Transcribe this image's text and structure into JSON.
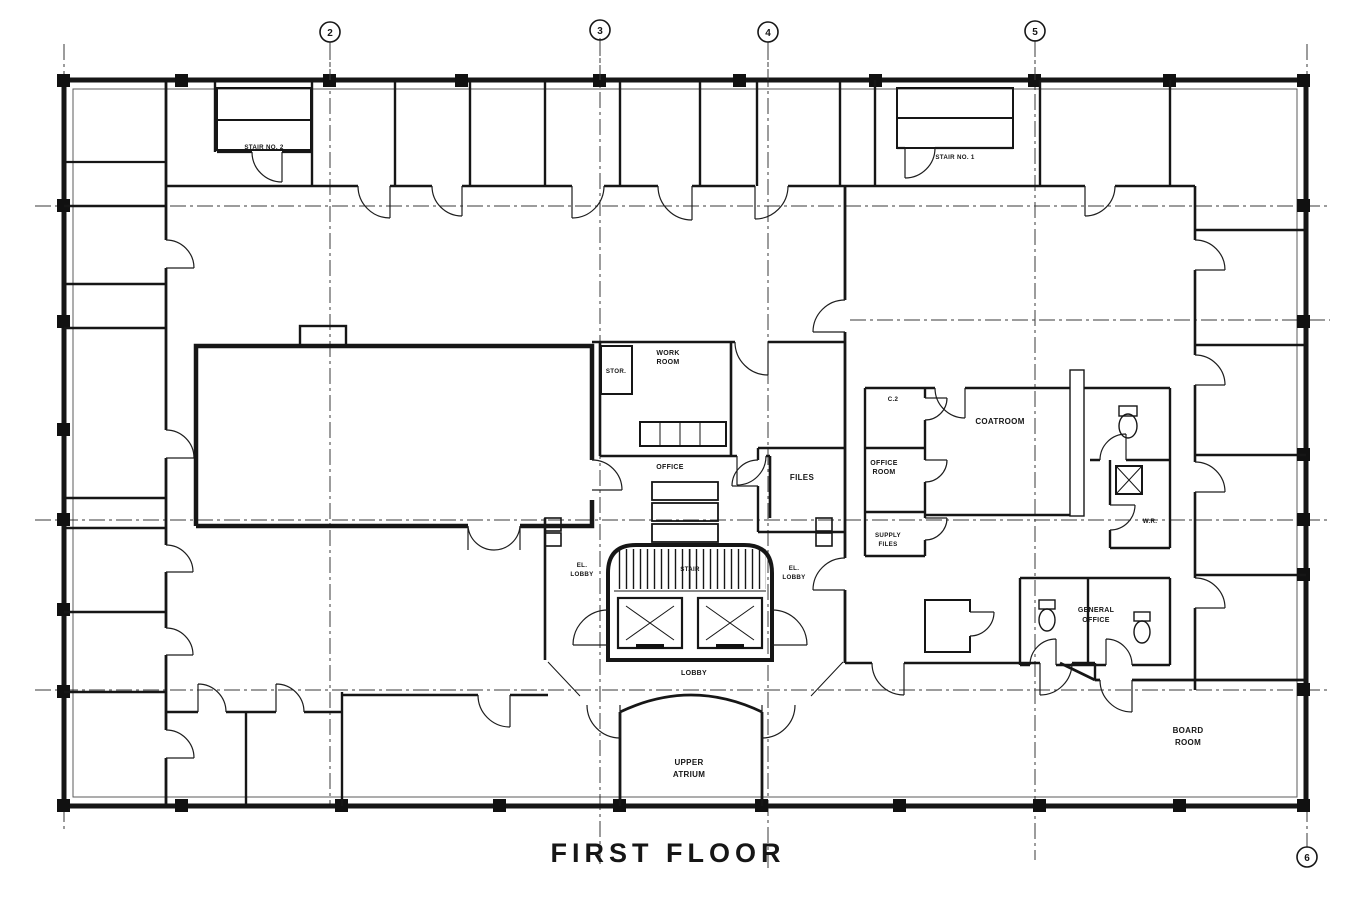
{
  "title": "FIRST FLOOR",
  "colors": {
    "ink": "#161616",
    "paper": "#ffffff"
  },
  "grid_bubbles": {
    "b2": "2",
    "b3": "3",
    "b4": "4",
    "b5": "5",
    "b6": "6"
  },
  "labels": {
    "stair2": "STAIR NO. 2",
    "stair1": "STAIR NO. 1",
    "stor": "STOR.",
    "work_room_l1": "WORK",
    "work_room_l2": "ROOM",
    "office_core": "OFFICE",
    "files": "FILES",
    "c2": "C.2",
    "office_room_l1": "OFFICE",
    "office_room_l2": "ROOM",
    "supply_l1": "SUPPLY",
    "supply_l2": "FILES",
    "coatroom": "COATROOM",
    "wr": "W.R.",
    "stair_core": "STAIR",
    "el_left_l1": "EL.",
    "el_left_l2": "LOBBY",
    "el_right_l1": "EL.",
    "el_right_l2": "LOBBY",
    "lobby": "LOBBY",
    "general_office_l1": "GENERAL",
    "general_office_l2": "OFFICE",
    "upper_atrium_l1": "UPPER",
    "upper_atrium_l2": "ATRIUM",
    "board_room_l1": "BOARD",
    "board_room_l2": "ROOM"
  }
}
